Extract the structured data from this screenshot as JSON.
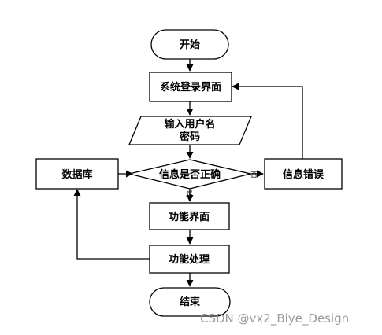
{
  "nodes": {
    "start": "开始",
    "login": "系统登录界面",
    "input_line1": "输入用户名",
    "input_line2": "密码",
    "decision": "信息是否正确",
    "database": "数据库",
    "error": "信息错误",
    "function_ui": "功能界面",
    "function_process": "功能处理",
    "end": "结束"
  },
  "edges": {
    "no_label": "否",
    "yes_label": "是"
  },
  "watermark": "CSDN @vx2_Biye_Design"
}
